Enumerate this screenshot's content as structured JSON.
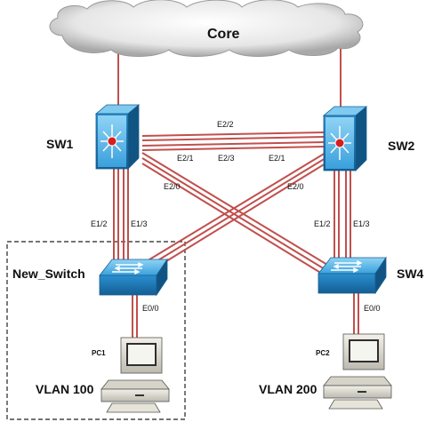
{
  "core": {
    "label": "Core"
  },
  "switches": {
    "sw1": {
      "label": "SW1"
    },
    "sw2": {
      "label": "SW2"
    },
    "sw3": {
      "label": "New_Switch"
    },
    "sw4": {
      "label": "SW4"
    }
  },
  "pcs": {
    "pc1": {
      "label": "PC1",
      "vlan": "VLAN 100"
    },
    "pc2": {
      "label": "PC2",
      "vlan": "VLAN 200"
    }
  },
  "ports": {
    "sw1_sw2_top": "E2/2",
    "sw1_e21": "E2/1",
    "sw1_e23": "E2/3",
    "sw2_e21": "E2/1",
    "sw1_e20": "E2/0",
    "sw2_e20": "E2/0",
    "sw1_e12": "E1/2",
    "sw1_e13": "E1/3",
    "sw2_e12": "E1/2",
    "sw2_e13": "E1/3",
    "sw3_e00": "E0/0",
    "sw4_e00": "E0/0"
  },
  "colors": {
    "link": "#c0504d",
    "switch_top": "#4fb3e8",
    "switch_side": "#1f78b4",
    "core_symbol": "#d81e1e"
  }
}
